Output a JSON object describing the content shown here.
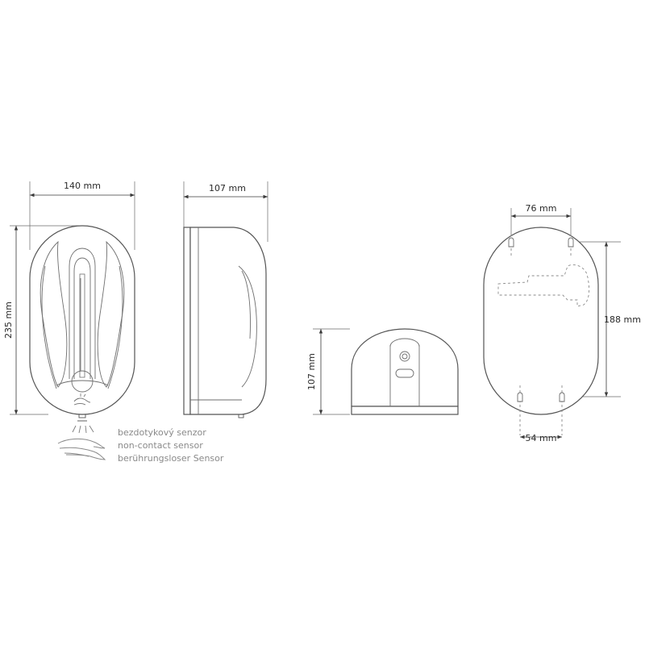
{
  "dimensions": {
    "front_width": "140 mm",
    "front_height": "235 mm",
    "side_depth": "107 mm",
    "bottom_depth": "107 mm",
    "rear_top_spacing": "76 mm",
    "rear_bottom_spacing": "54 mm",
    "rear_vertical_spacing": "188 mm"
  },
  "sensor_labels": {
    "czech": "bezdotykový senzor",
    "english": "non-contact sensor",
    "german": "berührungsloser Sensor"
  },
  "icons": {
    "front_logo": "hand-sensor-icon",
    "sensor_symbol": "hand-wave-icon"
  },
  "colors": {
    "outline": "#555555",
    "dimension_line": "#3a3a3a",
    "label_gray": "#8a8a8a"
  }
}
